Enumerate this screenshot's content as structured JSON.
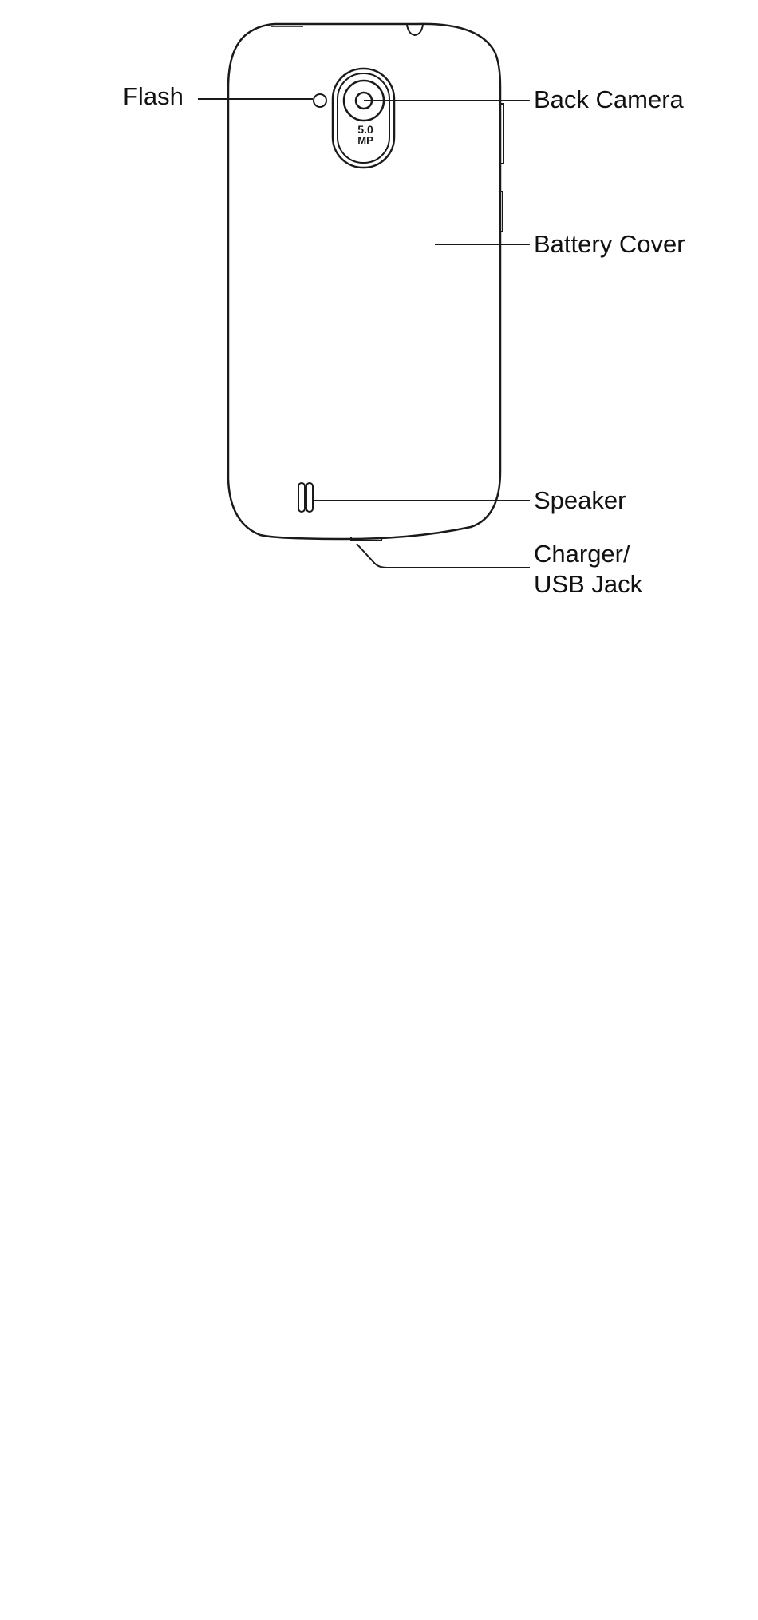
{
  "diagram": {
    "labels": {
      "flash": "Flash",
      "back_camera": "Back Camera",
      "battery_cover": "Battery Cover",
      "speaker": "Speaker",
      "charger_line1": "Charger/",
      "charger_line2": "USB  Jack"
    },
    "camera_badge": {
      "line1": "5.0",
      "line2": "MP"
    }
  }
}
